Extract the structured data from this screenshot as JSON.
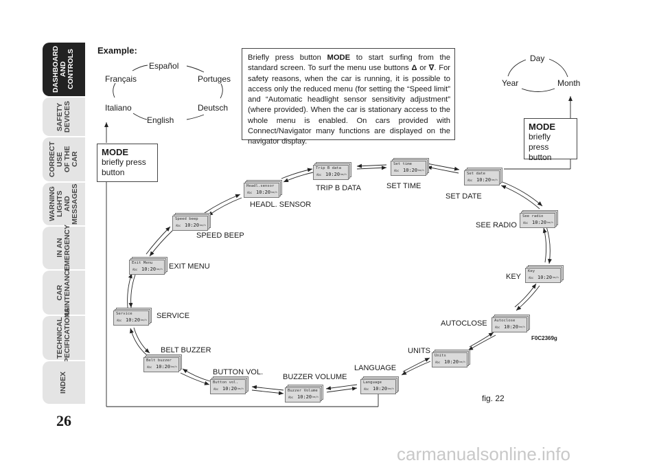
{
  "sidebar": {
    "tabs": [
      {
        "label": "DASHBOARD\nAND CONTROLS",
        "active": true
      },
      {
        "label": "SAFETY\nDEVICES",
        "active": false
      },
      {
        "label": "CORRECT USE\nOF THE CAR",
        "active": false
      },
      {
        "label": "WARNING\nLIGHTS AND\nMESSAGES",
        "active": false
      },
      {
        "label": "IN AN\nEMERGENCY",
        "active": false
      },
      {
        "label": "CAR\nMAINTENANCE",
        "active": false
      },
      {
        "label": "TECHNICAL\nSPECIFICATIONS",
        "active": false
      },
      {
        "label": "INDEX",
        "active": false
      }
    ]
  },
  "page_number": "26",
  "example_label": "Example:",
  "languages": {
    "espanol": "Español",
    "francais": "Français",
    "portuges": "Portuges",
    "italiano": "Italiano",
    "deutsch": "Deutsch",
    "english": "English"
  },
  "date_cycle": {
    "day": "Day",
    "year": "Year",
    "month": "Month"
  },
  "description": {
    "line1_pre": "Briefly press button ",
    "mode": "MODE",
    "line1_post": " to start surfing from the standard screen. To surf the menu use buttons ",
    "up_symbol": "Δ",
    "or": " or ",
    "down_symbol": "∇",
    "rest": ". For safety reasons, when the car is running, it is possible to access only the reduced menu (for setting the “Speed limit” and “Automatic headlight sensor sensitivity adjustment” (where provided). When the car is stationary access to the whole menu is enabled. On cars provided with Connect/Navigator many functions are displayed on the navigator display."
  },
  "mode_left": {
    "title": "MODE",
    "text": "briefly press button"
  },
  "mode_right": {
    "title": "MODE",
    "text": "briefly press button"
  },
  "display": {
    "time": "10:20",
    "small": "Abc",
    "unit": "km/h"
  },
  "menu_items": [
    {
      "key": "trip_b",
      "label": "TRIP B DATA",
      "screen": "Trip B data"
    },
    {
      "key": "set_time",
      "label": "SET TIME",
      "screen": "Set time"
    },
    {
      "key": "set_date",
      "label": "SET DATE",
      "screen": "Set date"
    },
    {
      "key": "see_radio",
      "label": "SEE RADIO",
      "screen": "See radio"
    },
    {
      "key": "key",
      "label": "KEY",
      "screen": "Key"
    },
    {
      "key": "autoclose",
      "label": "AUTOCLOSE",
      "screen": "Autoclose"
    },
    {
      "key": "units",
      "label": "UNITS",
      "screen": "Units"
    },
    {
      "key": "language",
      "label": "LANGUAGE",
      "screen": "Language"
    },
    {
      "key": "buzzer_volume",
      "label": "BUZZER VOLUME",
      "screen": "Buzzer Volume"
    },
    {
      "key": "button_vol",
      "label": "BUTTON VOL.",
      "screen": "Button vol."
    },
    {
      "key": "belt_buzzer",
      "label": "BELT BUZZER",
      "screen": "Belt buzzer"
    },
    {
      "key": "service",
      "label": "SERVICE",
      "screen": "Service"
    },
    {
      "key": "exit_menu",
      "label": "EXIT MENU",
      "screen": "Exit Menu"
    },
    {
      "key": "speed_beep",
      "label": "SPEED BEEP",
      "screen": "Speed beep"
    },
    {
      "key": "headl_sensor",
      "label": "HEADL. SENSOR",
      "screen": "Headl.sensor"
    }
  ],
  "figure_code": "F0C2369g",
  "figure_caption": "fig. 22",
  "watermark": "carmanualsonline.info"
}
